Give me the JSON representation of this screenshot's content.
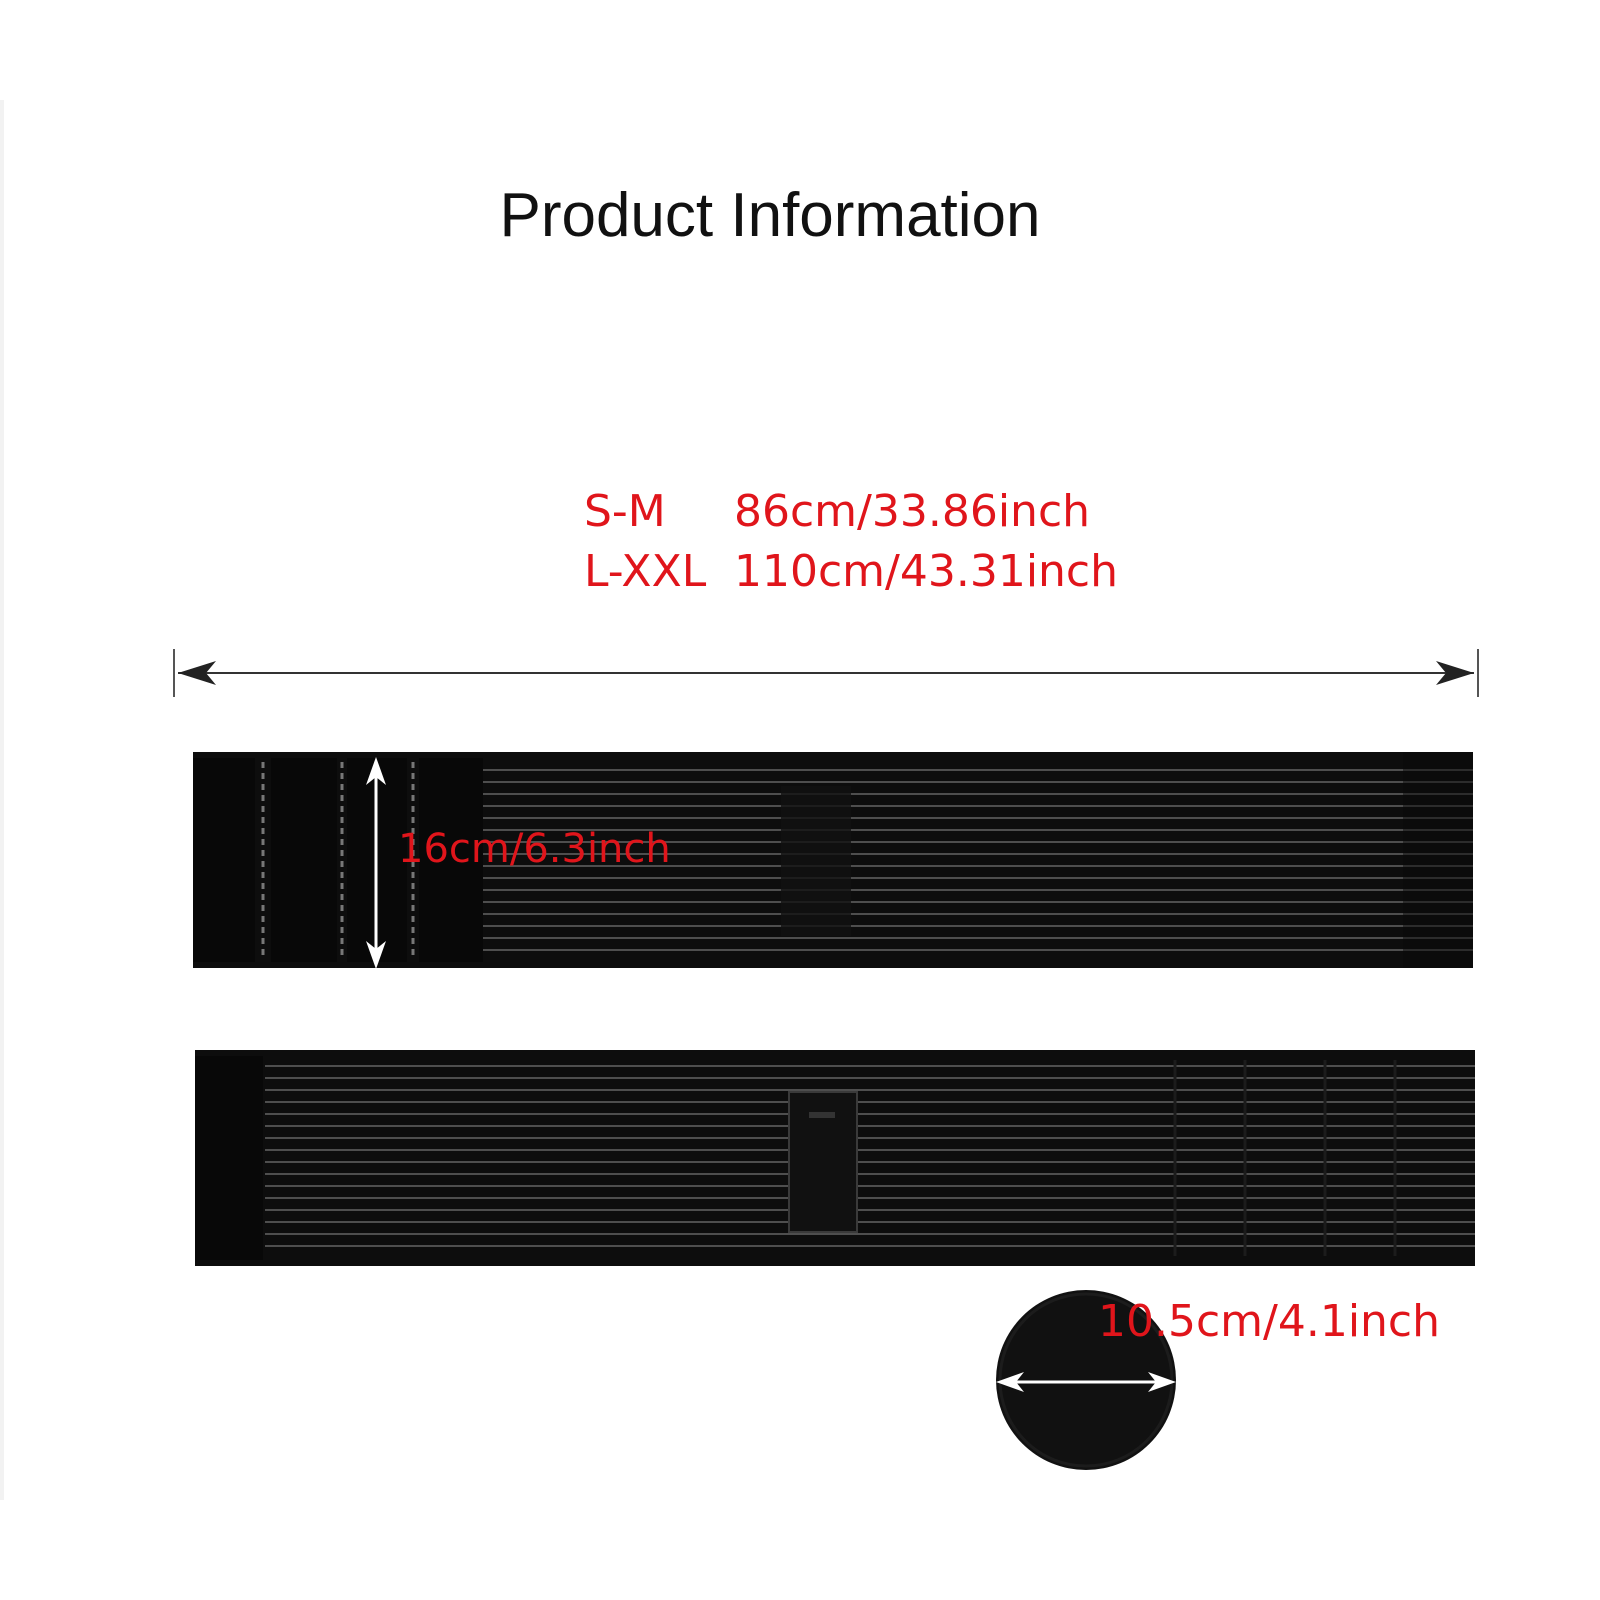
{
  "title": "Product Information",
  "sizes": [
    {
      "name": "S-M",
      "length": "86cm/33.86inch"
    },
    {
      "name": "L-XXL",
      "length": "110cm/43.31inch"
    }
  ],
  "belt_width_label": "16cm/6.3inch",
  "pad_diameter_label": "10.5cm/4.1inch",
  "colors": {
    "label_red": "#e0151b",
    "belt_black": "#0d0d0d",
    "stripe_gray": "#5a5a5a"
  },
  "icons": {
    "length_arrow": "double-horizontal-arrow",
    "height_arrow": "double-vertical-arrow",
    "pad_arrow": "double-horizontal-arrow"
  }
}
